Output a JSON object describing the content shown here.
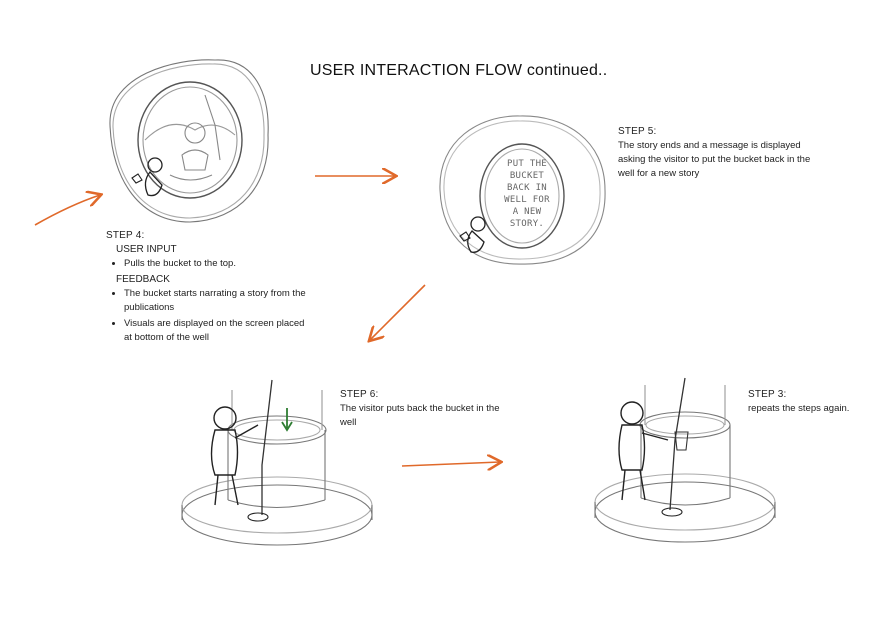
{
  "title": "USER INTERACTION FLOW continued..",
  "colors": {
    "arrow": "#e0692a",
    "sketch": "#777777",
    "down_arrow": "#2e7d32"
  },
  "step4": {
    "heading": "STEP 4:",
    "user_input_label": "USER INPUT",
    "user_input_items": [
      "Pulls the bucket to the top."
    ],
    "feedback_label": "FEEDBACK",
    "feedback_items": [
      "The bucket starts narrating a story from the publications",
      "Visuals are displayed on the screen placed at bottom of the well"
    ]
  },
  "step5": {
    "heading": "STEP 5:",
    "text": "The story ends and a message is displayed asking the visitor to put the bucket back in the well for a new story",
    "screen_message": "PUT THE BUCKET BACK IN WELL FOR A NEW STORY."
  },
  "step6": {
    "heading": "STEP 6:",
    "text": "The visitor puts back the bucket in the well"
  },
  "step3": {
    "heading": "STEP 3:",
    "text": "repeats the steps again."
  }
}
